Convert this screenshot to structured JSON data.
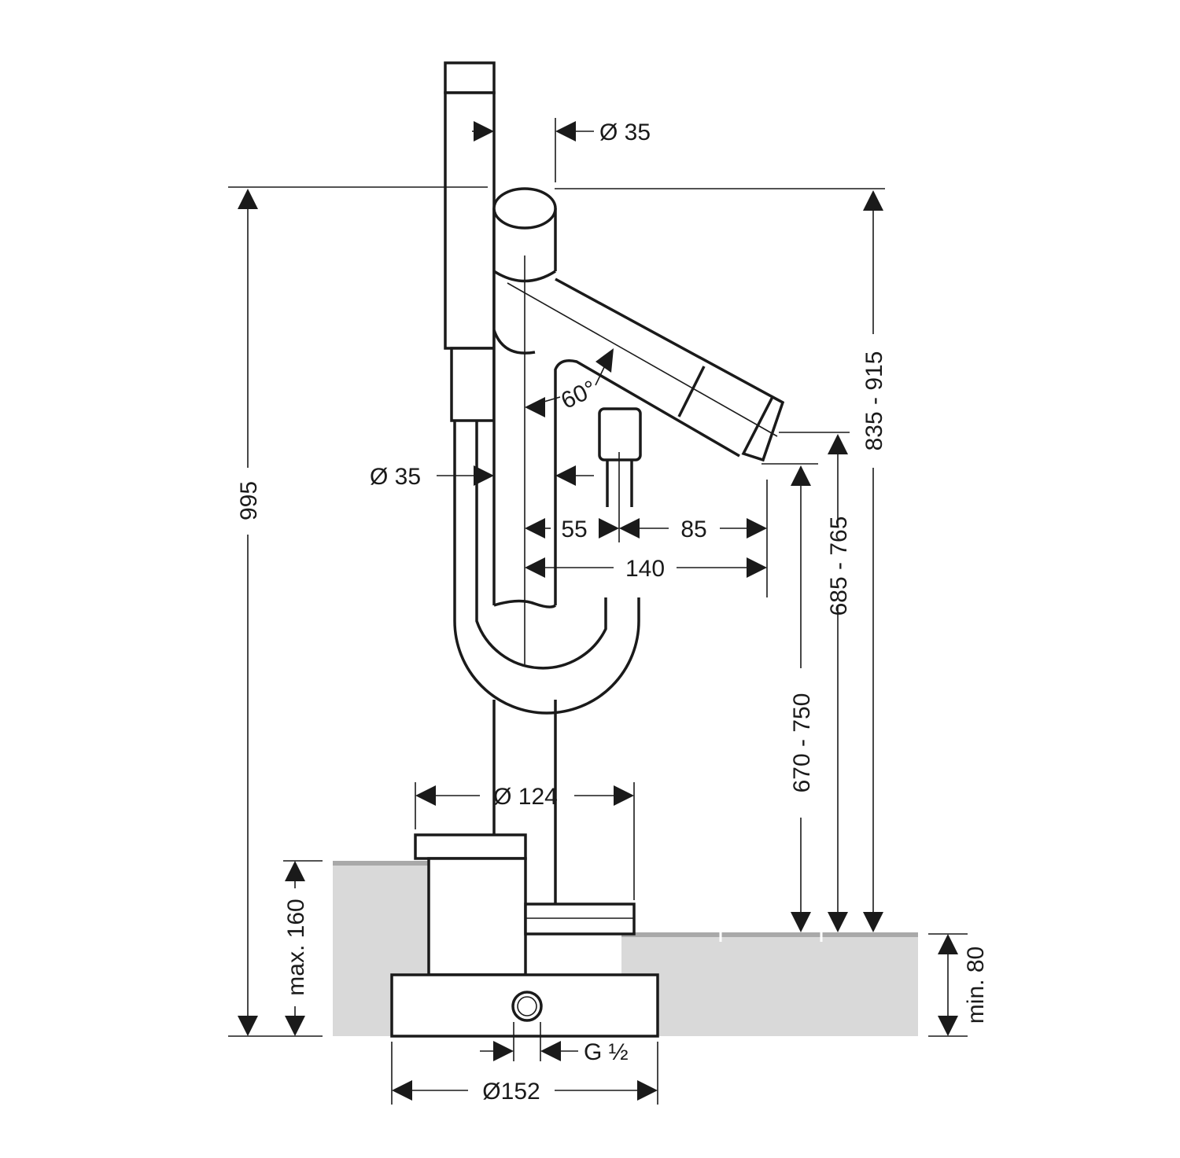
{
  "drawing": {
    "dimensions": {
      "total_height": "995",
      "spout_height_top": "835 - 915",
      "spout_height_mid": "685 - 765",
      "spout_height_low": "670 - 750",
      "column_diameter_top": "Ø 35",
      "column_diameter_side": "Ø 35",
      "spout_angle": "60°",
      "offset_55": "55",
      "offset_85": "85",
      "reach_140": "140",
      "base_diameter_124": "Ø 124",
      "escutcheon_diameter": "Ø152",
      "connection_thread": "G ½",
      "max_depth": "max. 160",
      "min_depth": "min. 80"
    },
    "colors": {
      "line": "#1a1a1a",
      "floor": "#d9d9d9"
    }
  }
}
